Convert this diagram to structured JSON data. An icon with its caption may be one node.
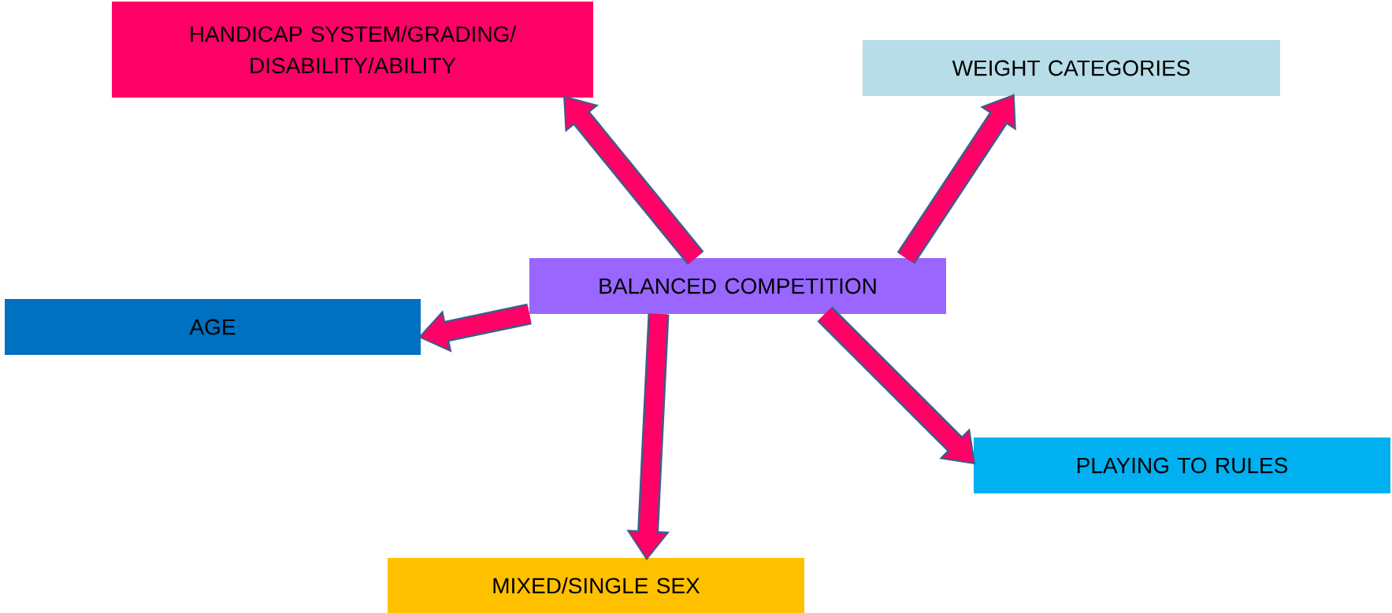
{
  "diagram": {
    "nodes": [
      {
        "text": [
          "HANDICAP SYSTEM/GRADING/ DISABILITY/ABILITY"
        ]
      },
      {
        "text": [
          "WEIGHT CATEGORIES"
        ]
      },
      {
        "text": [
          "BALANCED COMPETITION"
        ]
      },
      {
        "text": [
          "AGE"
        ]
      },
      {
        "text": [
          "PLAYING TO RULES"
        ]
      },
      {
        "text": [
          "MIXED/SINGLE SEX"
        ]
      }
    ],
    "edges": [
      {
        "from": 2,
        "to": 0,
        "arrow": "to"
      },
      {
        "from": 2,
        "to": 1,
        "arrow": "to"
      },
      {
        "from": 2,
        "to": 3,
        "arrow": "to"
      },
      {
        "from": 2,
        "to": 5,
        "arrow": "to"
      },
      {
        "from": 2,
        "to": 4,
        "arrow": "to"
      }
    ]
  }
}
